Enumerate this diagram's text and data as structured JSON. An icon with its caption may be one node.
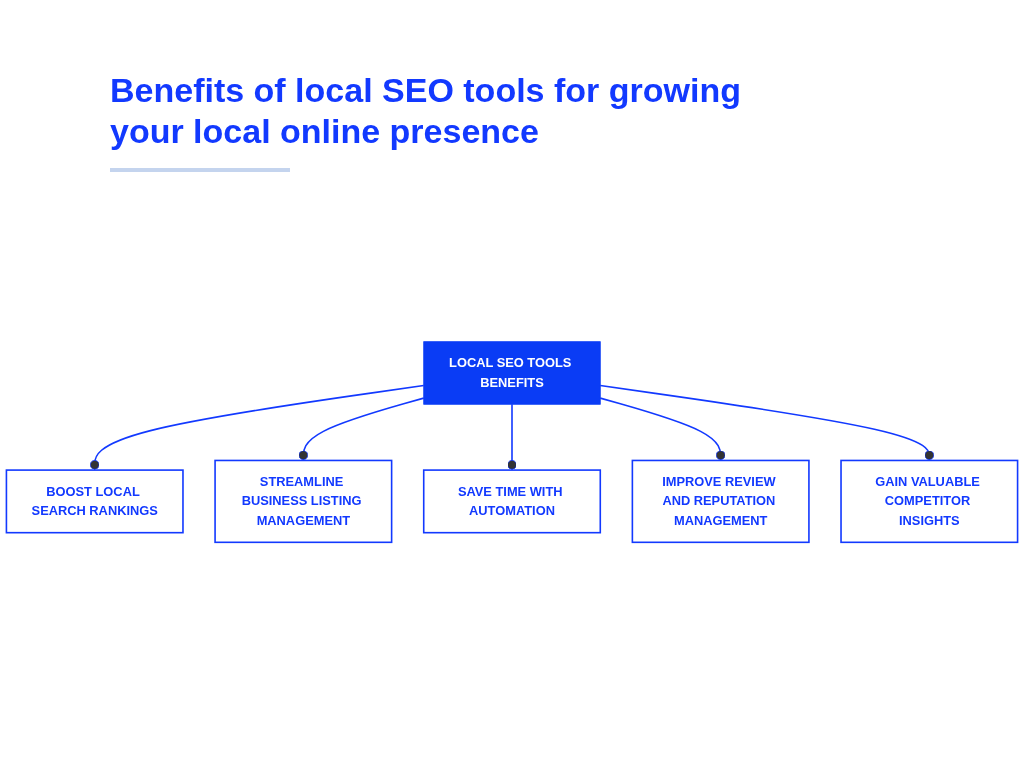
{
  "diagram": {
    "title": "Benefits of local SEO tools for growing your local online presence",
    "nodes": [
      {
        "text": [
          "BOOST LOCAL SEARCH RANKINGS"
        ]
      },
      {
        "text": [
          "STREAMLINE BUSINESS LISTING MANAGEMENT"
        ]
      },
      {
        "text": [
          "SAVE TIME WITH AUTOMATION"
        ]
      },
      {
        "text": [
          "LOCAL SEO TOOLS BENEFITS"
        ]
      },
      {
        "text": [
          "IMPROVE REVIEW AND REPUTATION MANAGEMENT"
        ]
      },
      {
        "text": [
          "GAIN VALUABLE COMPETITOR INSIGHTS"
        ]
      }
    ],
    "edges": [
      {
        "from": 3,
        "to": 0,
        "arrow": "other"
      },
      {
        "from": 3,
        "to": 1,
        "arrow": "other"
      },
      {
        "from": 3,
        "to": 2,
        "arrow": "other"
      },
      {
        "from": 3,
        "to": 4,
        "arrow": "other"
      },
      {
        "from": 3,
        "to": 5,
        "arrow": "other"
      }
    ]
  }
}
